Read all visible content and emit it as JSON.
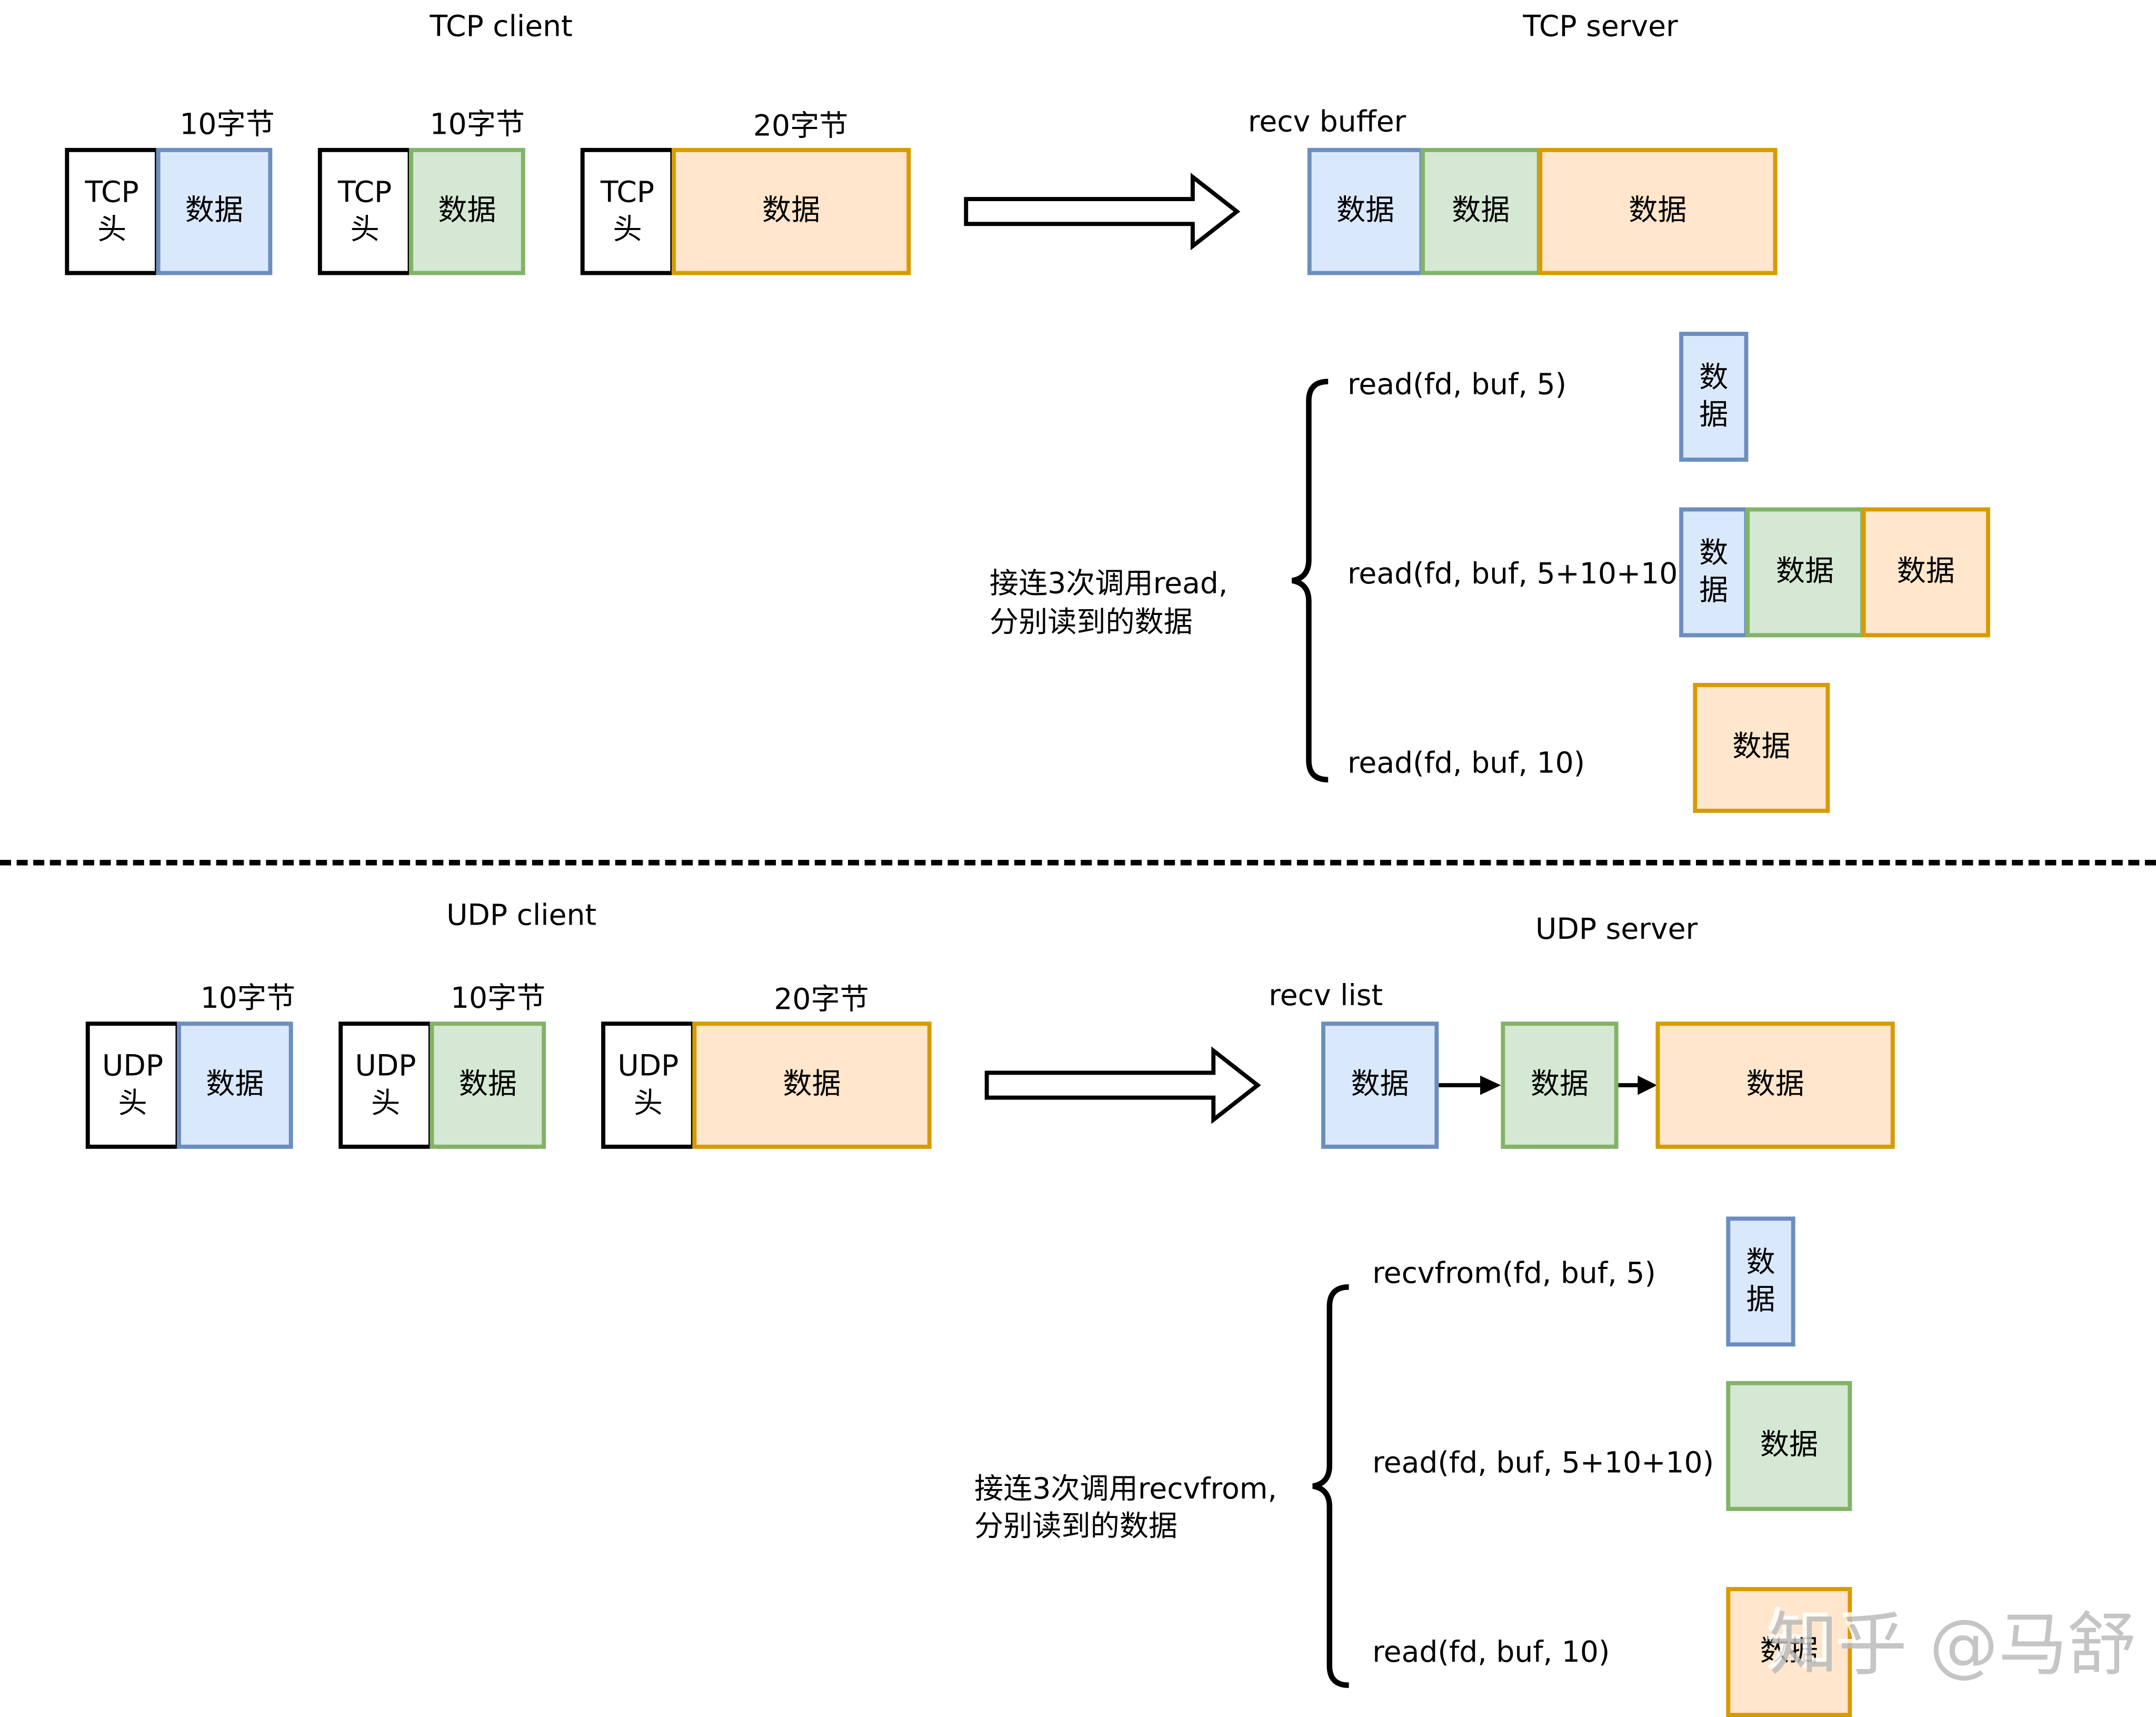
{
  "tcp": {
    "client_title": "TCP client",
    "server_title": "TCP server",
    "buffer_label": "recv buffer",
    "packets": [
      {
        "size_label": "10字节",
        "header": "TCP\n头",
        "data": "数据",
        "color": "blue"
      },
      {
        "size_label": "10字节",
        "header": "TCP\n头",
        "data": "数据",
        "color": "green"
      },
      {
        "size_label": "20字节",
        "header": "TCP\n头",
        "data": "数据",
        "color": "orange"
      }
    ],
    "buffer": [
      "数据",
      "数据",
      "数据"
    ],
    "note_line1": "接连3次调用read,",
    "note_line2": "分别读到的数据",
    "reads": [
      {
        "call": "read(fd, buf, 5)",
        "results": [
          "数据"
        ]
      },
      {
        "call": "read(fd, buf, 5+10+10)",
        "results": [
          "数据",
          "数据",
          "数据"
        ]
      },
      {
        "call": "read(fd, buf, 10)",
        "results": [
          "数据"
        ]
      }
    ]
  },
  "udp": {
    "client_title": "UDP client",
    "server_title": "UDP server",
    "list_label": "recv list",
    "packets": [
      {
        "size_label": "10字节",
        "header": "UDP\n头",
        "data": "数据",
        "color": "blue"
      },
      {
        "size_label": "10字节",
        "header": "UDP\n头",
        "data": "数据",
        "color": "green"
      },
      {
        "size_label": "20字节",
        "header": "UDP\n头",
        "data": "数据",
        "color": "orange"
      }
    ],
    "list": [
      "数据",
      "数据",
      "数据"
    ],
    "note_line1": "接连3次调用recvfrom,",
    "note_line2": "分别读到的数据",
    "reads": [
      {
        "call": "recvfrom(fd, buf, 5)",
        "results": [
          "数据"
        ]
      },
      {
        "call": "read(fd, buf, 5+10+10)",
        "results": [
          "数据"
        ]
      },
      {
        "call": "read(fd, buf, 10)",
        "results": [
          "数据"
        ]
      }
    ]
  },
  "colors": {
    "blue_fill": "#dae8fc",
    "blue_stroke": "#6c8ebf",
    "green_fill": "#d5e8d4",
    "green_stroke": "#82b366",
    "orange_fill": "#ffe6cc",
    "orange_stroke": "#d79b00"
  },
  "watermark": "知乎 @马舒"
}
